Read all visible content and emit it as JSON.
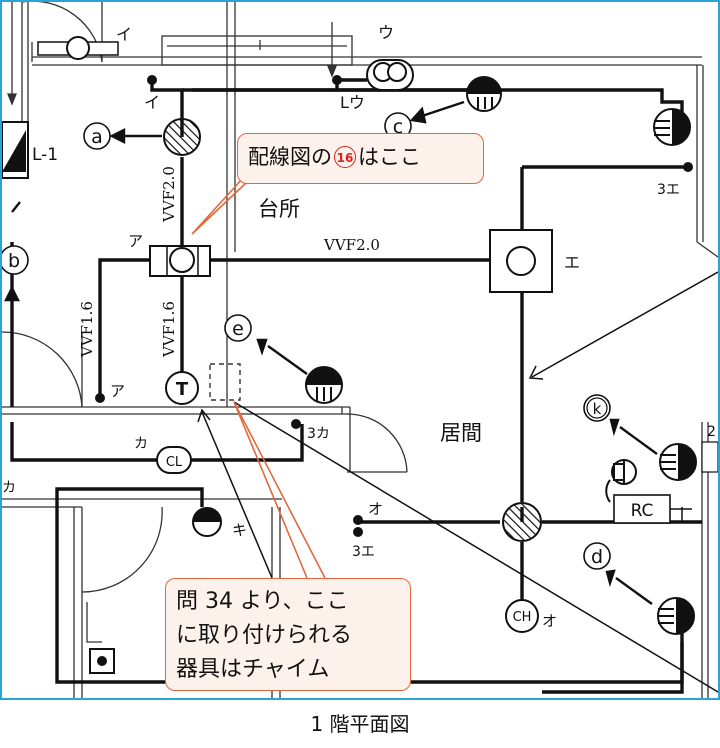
{
  "callouts": {
    "wiring_ref": {
      "prefix": "配線図の",
      "number": "16",
      "suffix": "はここ"
    },
    "question": {
      "line1": "問 34 より、ここ",
      "line2": "に取り付けられる",
      "line3": "器具はチャイム"
    }
  },
  "caption": "1 階平面図",
  "rooms": {
    "kitchen": "台所",
    "living": "居間"
  },
  "cables": {
    "vvf20": "VVF2.0",
    "vvf16": "VVF1.6"
  },
  "symbol_letters": {
    "a": "a",
    "b": "b",
    "c": "c",
    "d": "d",
    "e": "e",
    "k": "k",
    "T": "T",
    "CL": "CL",
    "CH": "CH",
    "RC": "RC"
  },
  "labels": {
    "i": "イ",
    "u": "ウ",
    "lu": "Lウ",
    "l1": "L-1",
    "a": "ア",
    "e": "エ",
    "e3": "3エ",
    "ka": "カ",
    "ka3": "3カ",
    "ki": "キ",
    "o": "オ",
    "two": "2"
  },
  "colors": {
    "frame": "#2aa3d6",
    "callout_border": "#e2683c",
    "callout_fill": "#fdf1ec",
    "number_red": "#e02020"
  }
}
